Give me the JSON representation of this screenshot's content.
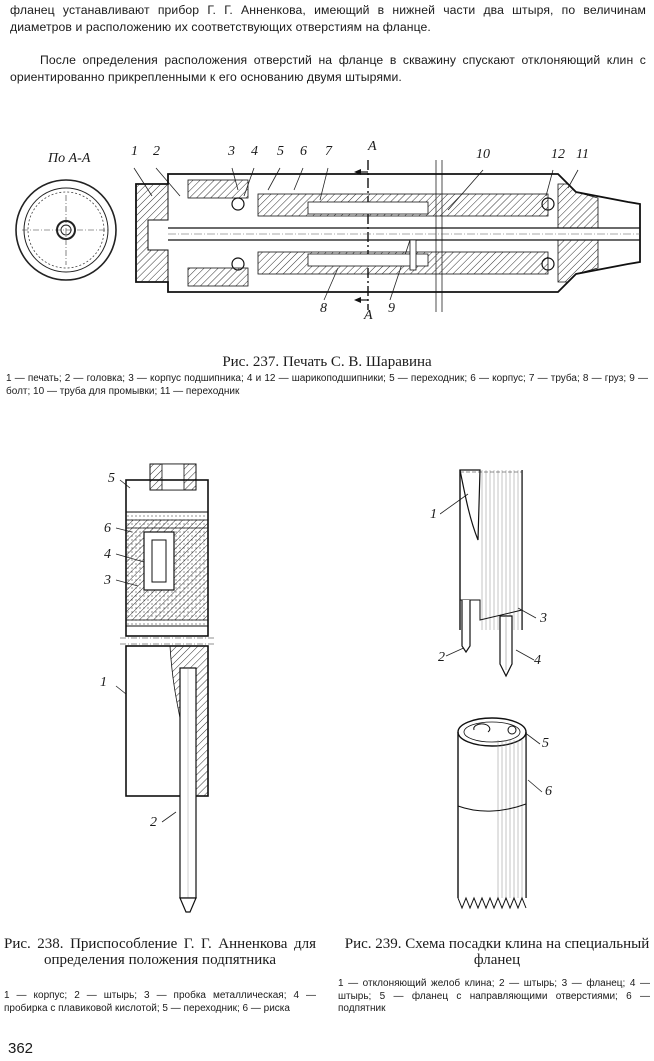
{
  "text": {
    "line1": "фланец устанавливают прибор Г. Г. Анненкова, имеющий в нижней части два штыря, по величинам диаметров и расположению их соответствующих отверстиям на фланце.",
    "para2": "После определения расположения отверстий на фланце в скважину спускают отклоняющий клин с ориентированно прикрепленными к его основанию двумя штырями."
  },
  "fig237": {
    "section_label": "По А-А",
    "section_marks": [
      "А",
      "А"
    ],
    "part_numbers": [
      "1",
      "2",
      "3",
      "4",
      "5",
      "6",
      "7",
      "8",
      "9",
      "10",
      "12",
      "11"
    ],
    "caption": "Рис. 237. Печать С. В. Шаравина",
    "legend": "1 — печать; 2 — головка; 3 — корпус подшипника; 4 и 12 — шарикоподшипники; 5 — переходник; 6 — корпус; 7 — труба; 8 — груз; 9 — болт; 10 — труба для промывки; 11 — переходник"
  },
  "fig238": {
    "part_numbers": [
      "5",
      "6",
      "4",
      "3",
      "1",
      "2"
    ],
    "caption": "Рис. 238. Приспособление Г. Г. Анненкова для определения положения подпятника",
    "legend": "1 — корпус; 2 — штырь; 3 — пробка металлическая; 4 — пробирка с плавиковой кислотой; 5 — переходник; 6 — риска"
  },
  "fig239": {
    "part_numbers": [
      "1",
      "3",
      "2",
      "4",
      "5",
      "6"
    ],
    "caption": "Рис. 239. Схема посадки клина на специальный фланец",
    "legend": "1 — отклоняющий желоб клина; 2 — штырь; 3 — фланец; 4 — штырь; 5 — фланец с направляющими отверстиями; 6 — подпятник"
  },
  "page_number": "362"
}
